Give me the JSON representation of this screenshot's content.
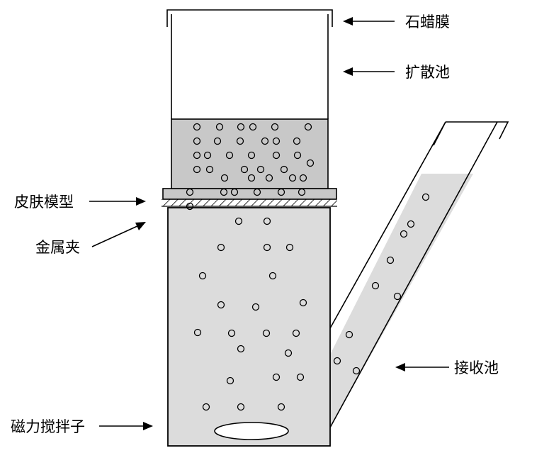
{
  "labels": {
    "paraffin_film": "石蜡膜",
    "diffusion_cell": "扩散池",
    "skin_model": "皮肤模型",
    "metal_clamp": "金属夹",
    "receptor_cell": "接收池",
    "magnetic_stirrer": "磁力搅拌子"
  },
  "colors": {
    "donor_fill": "#c8c8c8",
    "receptor_fill": "#dcdcdc",
    "outline": "#000000",
    "background": "#ffffff"
  }
}
